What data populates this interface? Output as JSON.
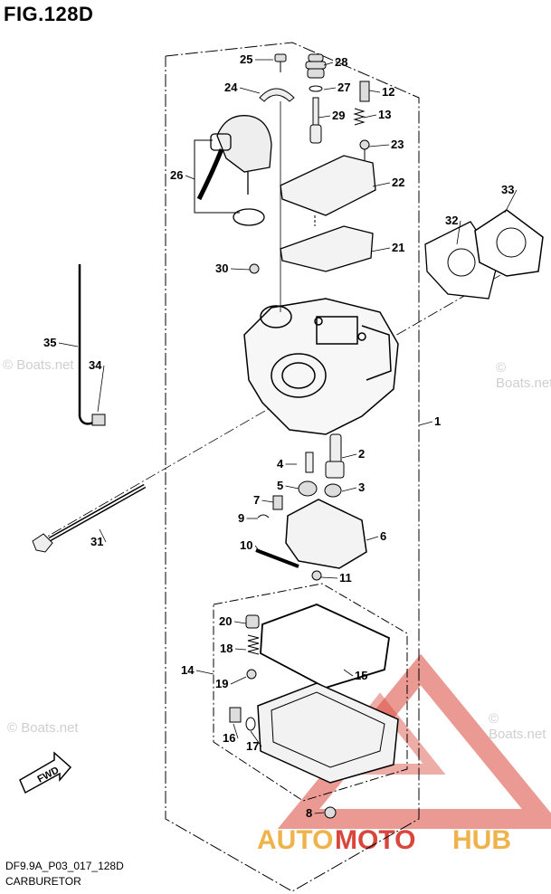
{
  "figure": {
    "title": "FIG.128D",
    "code": "DF9.9A_P03_017_128D",
    "caption": "CARBURETOR"
  },
  "watermarks": {
    "boats": "© Boats.net",
    "brand_auto": "AUTO",
    "brand_moto": "MOTO",
    "brand_hub": "HUB"
  },
  "callouts": [
    "1",
    "2",
    "3",
    "4",
    "5",
    "6",
    "7",
    "8",
    "9",
    "10",
    "11",
    "12",
    "13",
    "14",
    "15",
    "16",
    "17",
    "18",
    "19",
    "20",
    "21",
    "22",
    "23",
    "24",
    "25",
    "26",
    "27",
    "28",
    "29",
    "30",
    "31",
    "32",
    "33",
    "34",
    "35"
  ],
  "fwd_label": "FWD",
  "colors": {
    "line": "#000000",
    "watermark": "#cfcfcf",
    "brand_red": "#d9463b",
    "brand_orange": "#f0b24a"
  }
}
